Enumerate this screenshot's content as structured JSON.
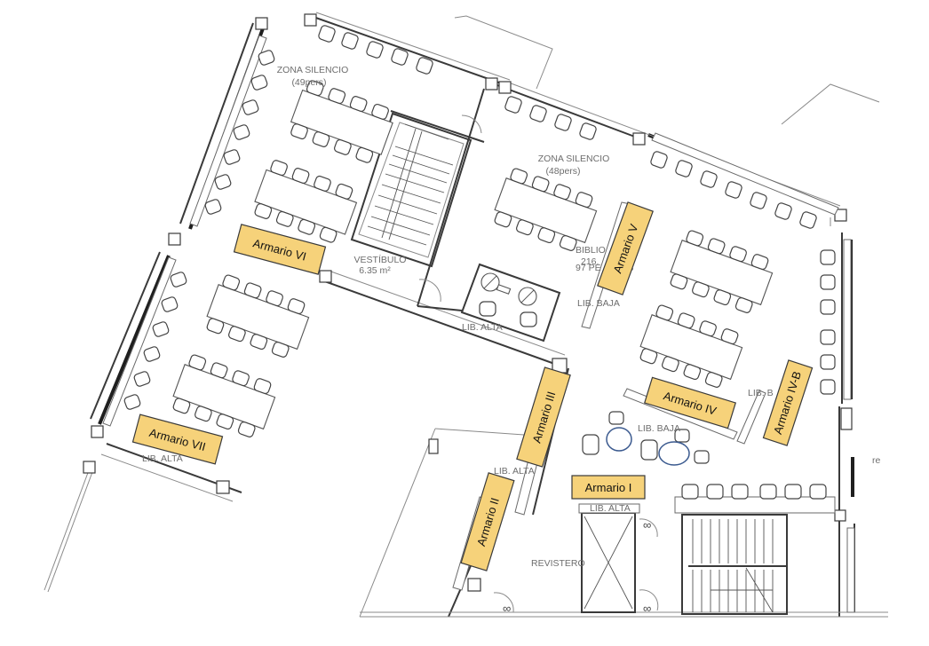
{
  "rooms": {
    "zona_silencio_1": {
      "line1": "ZONA SILENCIO",
      "line2": "(49pers)"
    },
    "zona_silencio_2": {
      "line1": "ZONA SILENCIO",
      "line2": "(48pers)"
    },
    "vestibulo": {
      "line1": "VESTÍBULO",
      "line2": "6.35 m²"
    },
    "biblioteca": {
      "line1": "BIBLIO",
      "line2": "216.",
      "line3": "97 PE        AS"
    },
    "revistero": "REVISTERO"
  },
  "shelf_labels": {
    "lib_alta_left": "LIB. ALTA",
    "lib_alta_mid": "LIB. ALTA",
    "lib_alta_center": "LIB. ALTA",
    "lib_alta_bottom": "LIB. ALTA",
    "lib_baja_1": "LIB. BAJA",
    "lib_baja_2": "LIB. BAJA",
    "lib_baja_3": "LIB. B"
  },
  "cabinets": {
    "armario_i": "Armario I",
    "armario_ii": "Armario II",
    "armario_iii": "Armario III",
    "armario_iv": "Armario IV",
    "armario_iv_b": "Armario IV-B",
    "armario_v": "Armario V",
    "armario_vi": "Armario VI",
    "armario_vii": "Armario VII"
  },
  "markers": {
    "infinity": "∞",
    "edge_text": "re"
  },
  "colors": {
    "cabinet_fill": "#f6d27a",
    "highlight_circle": "#3b5a8f"
  }
}
